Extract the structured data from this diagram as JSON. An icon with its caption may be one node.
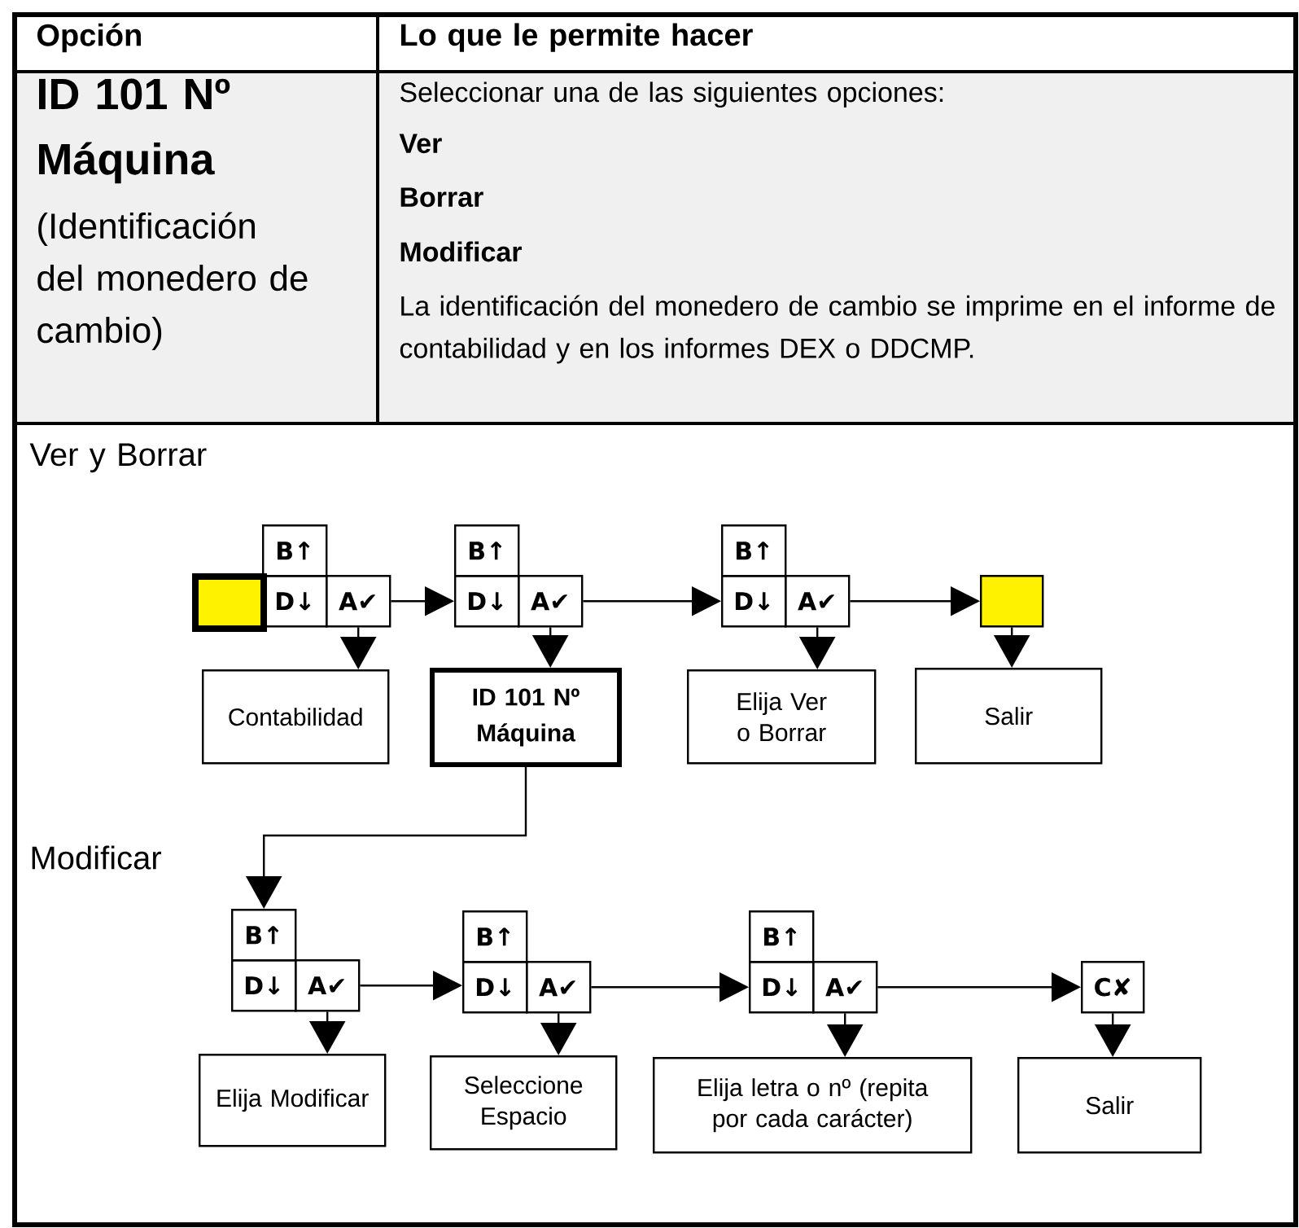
{
  "diagram": {
    "nodes": [
      {
        "text": [],
        "shape": "box"
      },
      {
        "text": [
          "B↑"
        ]
      },
      {
        "text": [
          "D↓"
        ]
      },
      {
        "text": [
          "A✔"
        ]
      },
      {
        "text": [
          "Contabilidad"
        ]
      },
      {
        "text": [
          "B↑"
        ]
      },
      {
        "text": [
          "D↓"
        ]
      },
      {
        "text": [
          "A✔"
        ]
      },
      {
        "text": [
          "ID 101 Nº Máquina"
        ]
      },
      {
        "text": [
          "B↑"
        ]
      },
      {
        "text": [
          "D↓"
        ]
      },
      {
        "text": [
          "A✔"
        ]
      },
      {
        "text": [
          "Elija Ver o Borrar"
        ]
      },
      {
        "text": [],
        "shape": "box"
      },
      {
        "text": [
          "Salir"
        ]
      },
      {
        "text": [
          "B↑"
        ]
      },
      {
        "text": [
          "D↓"
        ]
      },
      {
        "text": [
          "A✔"
        ]
      },
      {
        "text": [
          "Elija Modificar"
        ]
      },
      {
        "text": [
          "B↑"
        ]
      },
      {
        "text": [
          "D↓"
        ]
      },
      {
        "text": [
          "A✔"
        ]
      },
      {
        "text": [
          "Seleccione Espacio"
        ]
      },
      {
        "text": [
          "B↑"
        ]
      },
      {
        "text": [
          "D↓"
        ]
      },
      {
        "text": [
          "A✔"
        ]
      },
      {
        "text": [
          "Elija letra o nº (repita por cada carácter)"
        ]
      },
      {
        "text": [
          "C✘"
        ]
      },
      {
        "text": [
          "Salir"
        ]
      }
    ],
    "edges": [
      {
        "from": 3,
        "to": 6,
        "arrow": "to"
      },
      {
        "from": 7,
        "to": 10,
        "arrow": "to"
      },
      {
        "from": 11,
        "to": 13,
        "arrow": "to"
      },
      {
        "from": 3,
        "to": 4,
        "arrow": "to"
      },
      {
        "from": 7,
        "to": 8,
        "arrow": "to"
      },
      {
        "from": 11,
        "to": 12,
        "arrow": "to"
      },
      {
        "from": 13,
        "to": 14,
        "arrow": "to"
      },
      {
        "from": 8,
        "to": 15,
        "arrow": "to"
      },
      {
        "from": 17,
        "to": 20,
        "arrow": "to"
      },
      {
        "from": 21,
        "to": 24,
        "arrow": "to"
      },
      {
        "from": 25,
        "to": 27,
        "arrow": "to"
      },
      {
        "from": 17,
        "to": 18,
        "arrow": "to"
      },
      {
        "from": 21,
        "to": 22,
        "arrow": "to"
      },
      {
        "from": 25,
        "to": 26,
        "arrow": "to"
      },
      {
        "from": 27,
        "to": 28,
        "arrow": "to"
      }
    ],
    "labels": [
      "Opción",
      "Lo que le permite hacer",
      "ID 101 Nº Máquina",
      "(Identificación del monedero de cambio)",
      "Seleccionar una de las siguientes opciones:",
      "Ver",
      "Borrar",
      "Modificar",
      "La identificación del monedero de cambio se imprime en el informe de contabilidad y en los informes DEX o DDCMP.",
      "Ver y Borrar",
      "Modificar"
    ]
  }
}
